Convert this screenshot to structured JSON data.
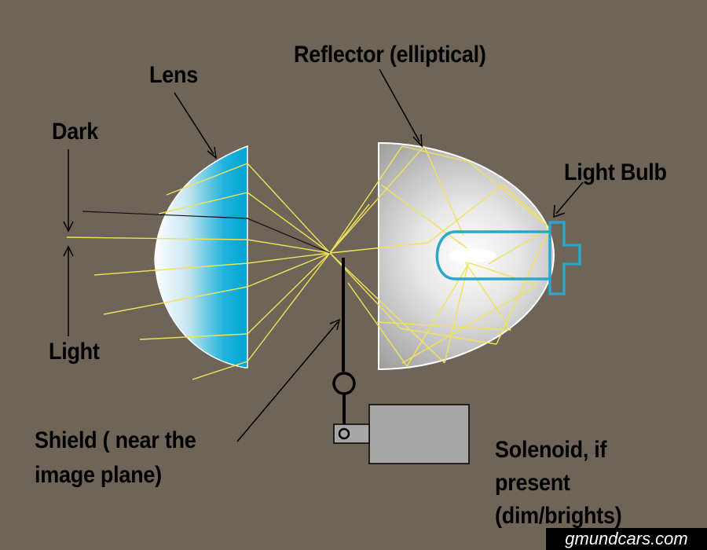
{
  "labels": {
    "lens": "Lens",
    "reflector": "Reflector (elliptical)",
    "dark": "Dark",
    "light_bulb": "Light Bulb",
    "light": "Light",
    "shield_line1": "Shield  ( near the",
    "shield_line2": "image plane)",
    "solenoid_line1": "Solenoid, if",
    "solenoid_line2": "present",
    "solenoid_line3": "(dim/brights)"
  },
  "watermark": "gmundcars.com",
  "colors": {
    "background": "#6e6457",
    "ray": "#f2e25a",
    "lens_blue": "#00a8d8",
    "bulb_outline": "#2aa7c9",
    "solenoid_fill": "#a7a7a7"
  }
}
